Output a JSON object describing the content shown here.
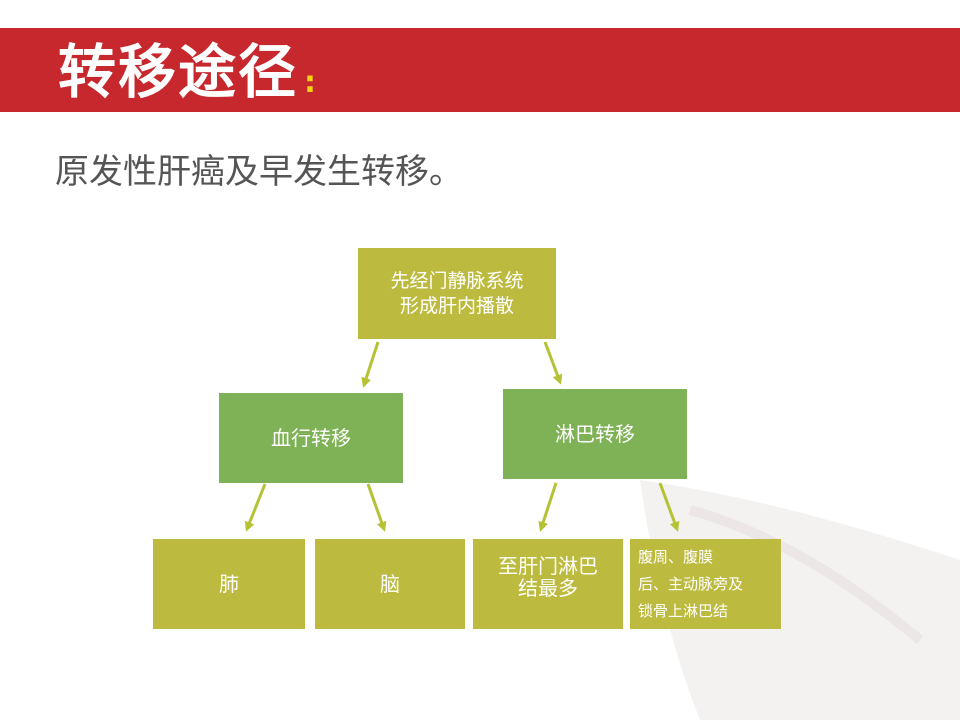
{
  "slide": {
    "title": "转移途径",
    "title_colon": ":",
    "subtitle": "原发性肝癌及早发生转移。"
  },
  "diagram": {
    "root": "先经门静脉系统\n形成肝内播散",
    "blood": "血行转移",
    "lymph": "淋巴转移",
    "lung": "肺",
    "brain": "脑",
    "hilar": "至肝门淋巴\n结最多",
    "peritoneal": "腹周、腹膜\n后、主动脉旁及\n锁骨上淋巴结"
  },
  "colors": {
    "title_bar": "#c6282e",
    "accent_colon": "#f5d40f",
    "olive_box": "#bdbb3f",
    "green_box": "#7fb256",
    "arrow": "#b5c234"
  }
}
